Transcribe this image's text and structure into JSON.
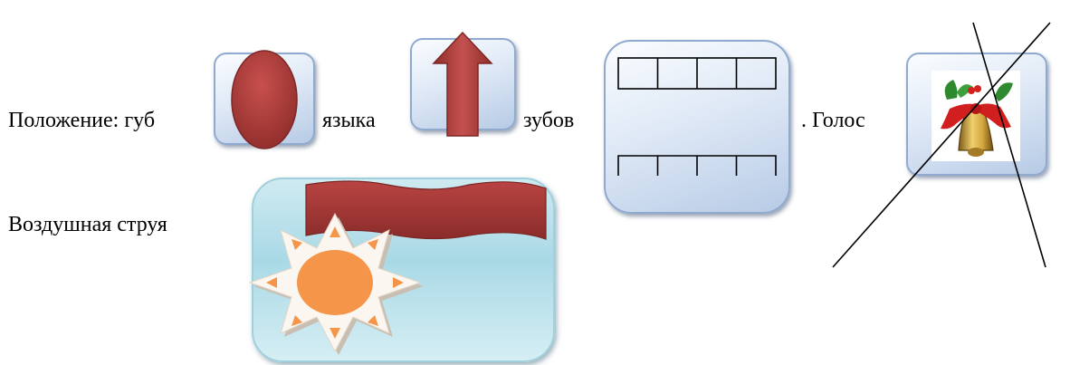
{
  "labels": {
    "position": "Положение: губ",
    "tongue": "языка",
    "teeth": "зубов",
    "voice": ". Голос",
    "airstream": "Воздушная струя"
  },
  "icons": {
    "lips": "lips-oval-icon",
    "tongue": "tongue-up-arrow-icon",
    "teeth": "teeth-apart-icon",
    "voice": "bell-crossed-icon",
    "air": "sun-wave-icon"
  },
  "colors": {
    "shape_red": "#b53b3b",
    "card_border": "#8fa9cf",
    "sun_orange": "#f5954a",
    "cross": "#000000"
  }
}
